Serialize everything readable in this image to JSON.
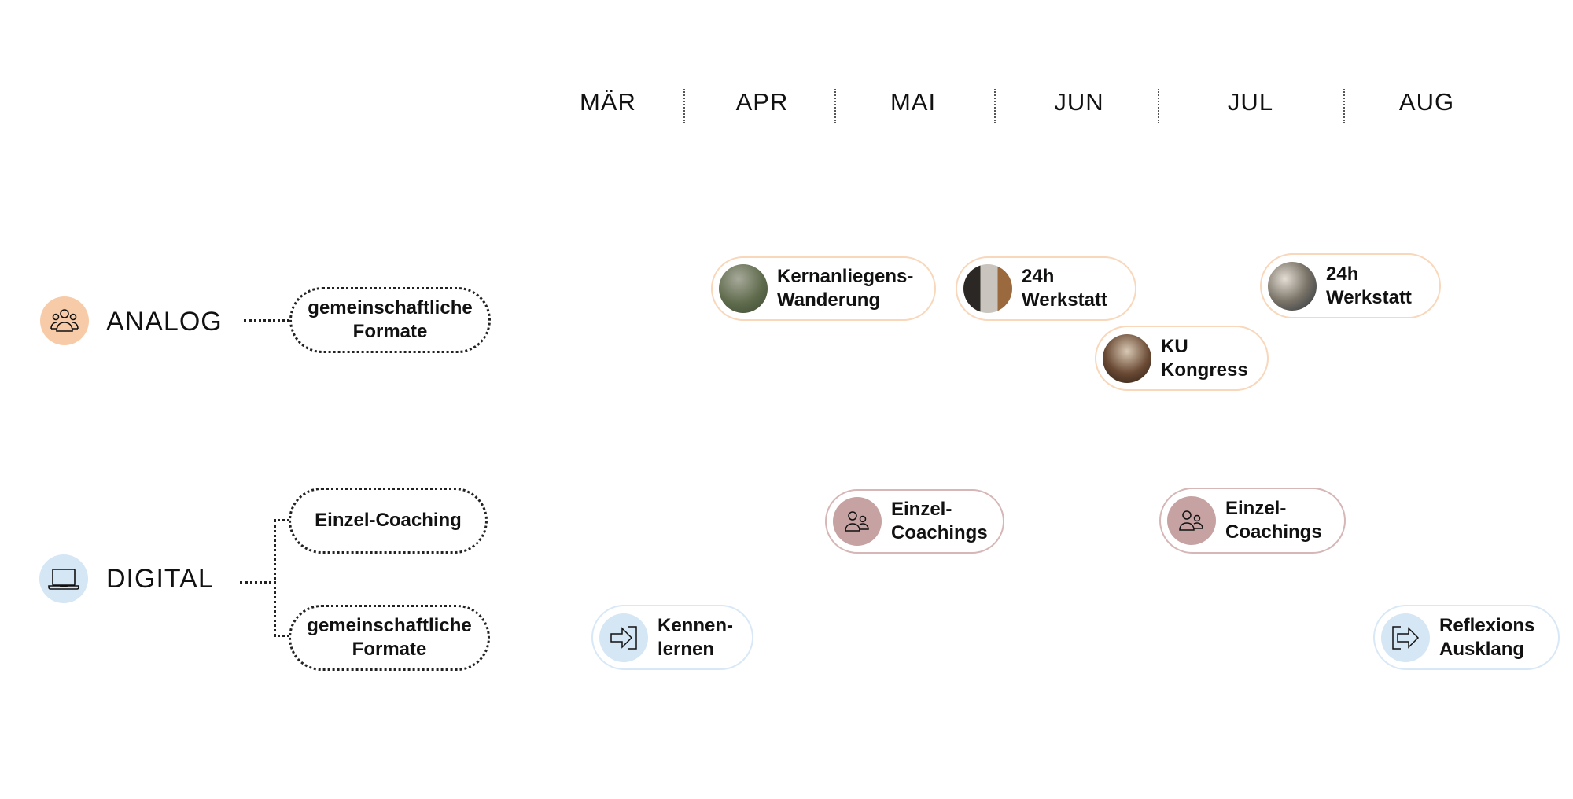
{
  "months": [
    "MÄR",
    "APR",
    "MAI",
    "JUN",
    "JUL",
    "AUG"
  ],
  "categories": {
    "analog": {
      "label": "ANALOG",
      "icon": "people-group-icon",
      "color": "#f8cba8"
    },
    "digital": {
      "label": "DIGITAL",
      "icon": "laptop-icon",
      "color": "#d5e6f5"
    }
  },
  "formats": {
    "analog_group": "gemeinschaftliche Formate",
    "digital_single": "Einzel-Coaching",
    "digital_group": "gemeinschaftliche Formate"
  },
  "events": {
    "kernanliegen": {
      "line1": "Kernanliegens-",
      "line2": "Wanderung"
    },
    "werkstatt1": {
      "line1": "24h",
      "line2": "Werkstatt"
    },
    "werkstatt2": {
      "line1": "24h",
      "line2": "Werkstatt"
    },
    "kongress": {
      "line1": "KU",
      "line2": "Kongress"
    },
    "einzel1": {
      "line1": "Einzel-",
      "line2": "Coachings"
    },
    "einzel2": {
      "line1": "Einzel-",
      "line2": "Coachings"
    },
    "kennenlernen": {
      "line1": "Kennen-",
      "line2": "lernen"
    },
    "reflexion": {
      "line1": "Reflexions",
      "line2": "Ausklang"
    }
  },
  "colors": {
    "analog": "#f8cba8",
    "digital": "#d5e6f5",
    "coaching": "#c6a2a2"
  }
}
